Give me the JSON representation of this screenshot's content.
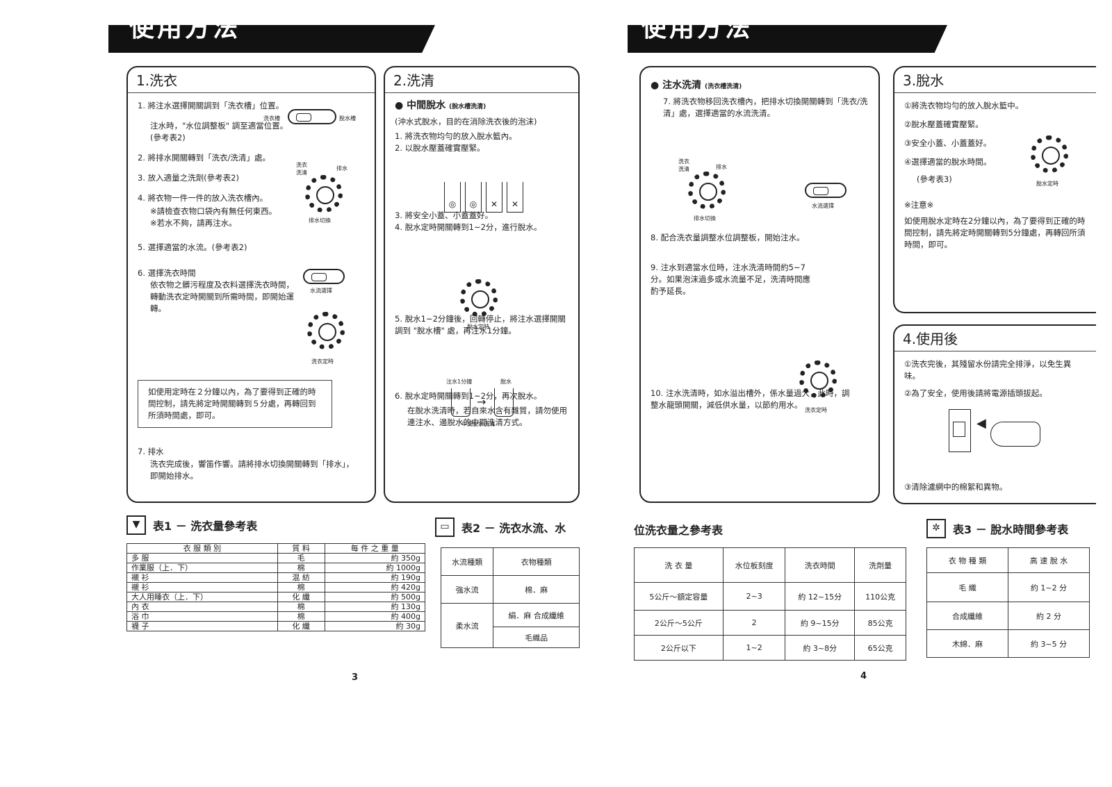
{
  "pages": {
    "left": {
      "banner": "使用方法",
      "page_number": "3",
      "wash": {
        "title": "1.洗衣",
        "steps": [
          {
            "num": "1.",
            "text": "將注水選擇開關調到「洗衣槽」位置。"
          },
          {
            "num": "",
            "text": "注水時，\"水位調整板\" 調至適當位置。(參考表2)"
          },
          {
            "num": "2.",
            "text": "將排水開關轉到「洗衣/洗清」處。"
          },
          {
            "num": "3.",
            "text": "放入適量之洗劑(參考表2)"
          },
          {
            "num": "4.",
            "text": "將衣物一件一件的放入洗衣槽內。"
          },
          {
            "num": "",
            "text": "※請檢查衣物口袋內有無任何東西。"
          },
          {
            "num": "",
            "text": "※若水不夠，請再注水。"
          },
          {
            "num": "5.",
            "text": "選擇適當的水流。(參考表2)"
          },
          {
            "num": "6.",
            "text": "選擇洗衣時間"
          },
          {
            "num": "",
            "text": "依衣物之髒污程度及衣料選擇洗衣時間，轉動洗衣定時開關到所需時間，即開始運轉。"
          }
        ],
        "note": "如使用定時在２分鐘以內，為了要得到正確的時間控制，請先將定時開關轉到５分處，再轉回到所須時間處，即可。",
        "step7_title": "7. 排水",
        "step7_text": "洗衣完成後，響笛作響。請將排水切換開關轉到「排水」，即開始排水。",
        "captions": {
          "tub_left": "洗衣槽",
          "tub_right": "脫水槽",
          "drain_top_left": "洗衣洗清",
          "drain_top_right": "排水",
          "drain_bottom": "排水切換",
          "flow": "水流選擇",
          "timer": "洗衣定時"
        }
      },
      "rinse": {
        "title": "2.洗清",
        "subtitle": "中間脫水",
        "subtitle_note": "(脫水槽洗清)",
        "intro": "(沖水式脫水，目的在消除洗衣後的泡沫)",
        "steps": [
          {
            "num": "1.",
            "text": "將洗衣物均勻的放入脫水籃內。"
          },
          {
            "num": "2.",
            "text": "以脫水壓蓋確實壓緊。"
          },
          {
            "num": "3.",
            "text": "將安全小蓋、小蓋蓋好。"
          },
          {
            "num": "4.",
            "text": "脫水定時開關轉到1~2分，進行脫水。"
          },
          {
            "num": "5.",
            "text": "脫水1~2分鐘後，回轉停止，將注水選擇開關調到 \"脫水槽\" 處，再注水1分鐘。"
          },
          {
            "num": "6.",
            "text": "脫水定時開關轉到1~2分，再次脫水。"
          },
          {
            "num": "",
            "text": "在脫水洗清時，若自來水含有雜質，請勿使用連注水、邊脫水的中間洗清方式。"
          }
        ],
        "captions": {
          "timer": "脫水定時",
          "fill": "注水1分鐘",
          "spin": "脫水",
          "diagram": "中間脫水洗清"
        }
      },
      "table1": {
        "title": "表1 － 洗衣量參考表",
        "headers": [
          "衣 服 類 別",
          "質 料",
          "每 件 之 重 量"
        ],
        "rows": [
          [
            "多 服",
            "毛",
            "約 350g"
          ],
          [
            "作業服（上．下）",
            "棉",
            "約 1000g"
          ],
          [
            "襯 衫",
            "混 紡",
            "約 190g"
          ],
          [
            "襯 衫",
            "棉",
            "約 420g"
          ],
          [
            "大人用睡衣（上．下）",
            "化 纖",
            "約 500g"
          ],
          [
            "內 衣",
            "棉",
            "約 130g"
          ],
          [
            "浴 巾",
            "棉",
            "約 400g"
          ],
          [
            "襪 子",
            "化 纖",
            "約 30g"
          ]
        ]
      },
      "table2": {
        "title": "表2 － 洗衣水流、水",
        "headers": [
          "水流種類",
          "衣物種類"
        ],
        "rows": [
          [
            "強水流",
            "棉．麻"
          ],
          [
            "柔水流",
            "絹．麻 合成纖維"
          ],
          [
            "",
            "毛織品"
          ]
        ]
      }
    },
    "right": {
      "banner": "使用方法",
      "page_number": "4",
      "rinse2": {
        "subtitle": "注水洗清",
        "subtitle_note": "(洗衣槽洗清)",
        "steps": [
          {
            "num": "7.",
            "text": "將洗衣物移回洗衣槽內，把排水切換開關轉到「洗衣/洗清」處，選擇適當的水流洗清。"
          },
          {
            "num": "8.",
            "text": "配合洗衣量調整水位調整板，開始注水。"
          },
          {
            "num": "9.",
            "text": "注水到適當水位時，注水洗清時間約5~7分。如果泡沫過多或水流量不足，洗清時間應酌予延長。"
          },
          {
            "num": "10.",
            "text": "注水洗清時，如水溢出槽外，係水量過大，此時，調整水龍頭開關，減低供水量，以節約用水。"
          }
        ],
        "captions": {
          "drain_top_left": "洗衣洗清",
          "drain_top_right": "排水",
          "drain_bottom": "排水切換",
          "flow": "水流選擇",
          "timer": "洗衣定時"
        }
      },
      "spin": {
        "title": "3.脫水",
        "steps": [
          "①將洗衣物均勻的放入脫水籃中。",
          "②脫水壓蓋確實壓緊。",
          "③安全小蓋、小蓋蓋好。",
          "④選擇適當的脫水時間。",
          "(參考表3)"
        ],
        "note_title": "※注意※",
        "note": "如使用脫水定時在2分鐘以內，為了要得到正確的時間控制，請先將定時開關轉到5分鐘處，再轉回所須時間，即可。",
        "captions": {
          "timer": "脫水定時"
        }
      },
      "after": {
        "title": "4.使用後",
        "steps": [
          "①洗衣完後，其殘留水份請完全排淨，以免生異味。",
          "②為了安全，使用後請將電源插頭拔起。"
        ],
        "step3": "③清除濾網中的棉絮和異物。"
      },
      "table2_cont": {
        "title": "位洗衣量之參考表",
        "headers": [
          "洗 衣 量",
          "水位板刻度",
          "洗衣時間",
          "洗劑量"
        ],
        "rows": [
          [
            "5公斤～額定容量",
            "2~3",
            "約 12~15分",
            "110公克"
          ],
          [
            "2公斤～5公斤",
            "2",
            "約 9~15分",
            "85公克"
          ],
          [
            "2公斤以下",
            "1~2",
            "約 3~8分",
            "65公克"
          ]
        ]
      },
      "table3": {
        "title": "表3 － 脫水時間參考表",
        "headers": [
          "衣 物 種 類",
          "高 速 脫 水"
        ],
        "rows": [
          [
            "毛 織",
            "約 1~2 分"
          ],
          [
            "合成纖維",
            "約 2 分"
          ],
          [
            "木綿．麻",
            "約 3~5 分"
          ]
        ]
      }
    }
  }
}
